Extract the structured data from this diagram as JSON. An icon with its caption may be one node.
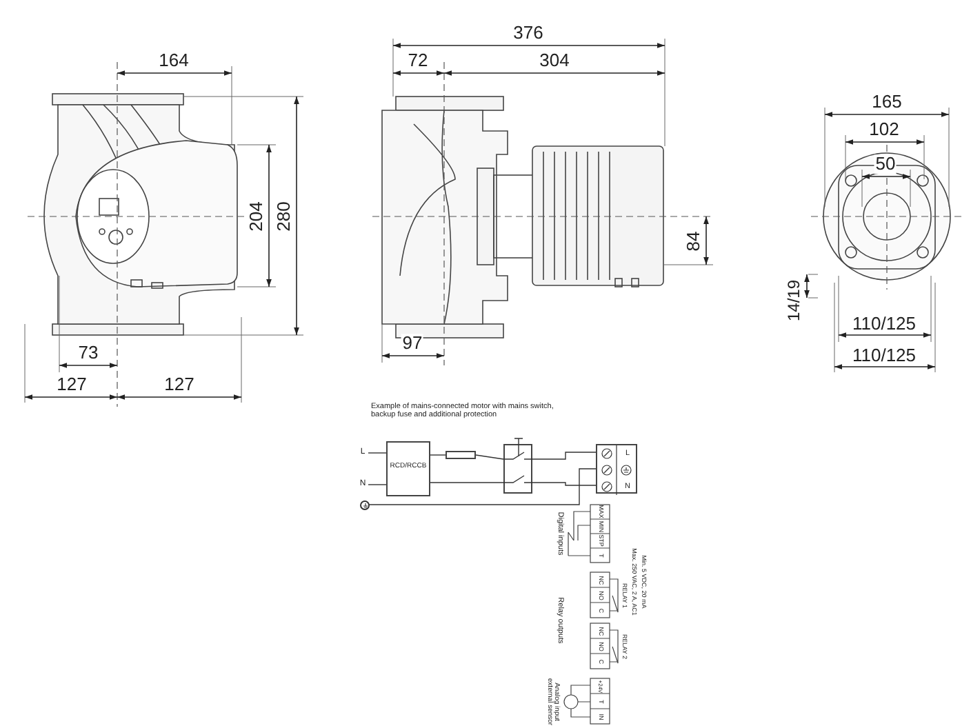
{
  "diagram": {
    "nodes": [
      {
        "text": [
          "L"
        ]
      },
      {
        "text": [
          "N"
        ]
      },
      {
        "text": [],
        "shape": "circle"
      },
      {
        "text": [
          "RCD/RCCB"
        ]
      },
      {
        "text": [],
        "shape": "box"
      },
      {
        "text": [],
        "shape": "box"
      },
      {
        "text": [
          "L",
          "N"
        ]
      }
    ],
    "edges": [
      {
        "from": 0,
        "to": 3,
        "arrow": "none"
      },
      {
        "from": 1,
        "to": 3,
        "arrow": "none"
      },
      {
        "from": 3,
        "to": 4,
        "arrow": "none"
      },
      {
        "from": 4,
        "to": 5,
        "arrow": "none"
      },
      {
        "from": 3,
        "to": 5,
        "arrow": "none"
      },
      {
        "from": 5,
        "to": 6,
        "arrow": "none"
      },
      {
        "from": 5,
        "to": 6,
        "arrow": "none"
      },
      {
        "from": 2,
        "to": 6,
        "arrow": "none"
      }
    ],
    "labels": [
      "376",
      "164",
      "72",
      "304",
      "165",
      "102",
      "50",
      "204",
      "280",
      "84",
      "14/19",
      "110/125",
      "73",
      "97",
      "110/125",
      "127",
      "127",
      "Example of mains-connected motor with mains switch, backup fuse and additional protection",
      "Digital inputs",
      "MAX",
      "MIN",
      "STP",
      "T",
      "Relay outputs",
      "NC",
      "NO",
      "C",
      "RELAY 1",
      "Max. 250 VAC, 2 A, AC1",
      "Min. 5 VDC, 20 mA",
      "NC",
      "NO",
      "C",
      "RELAY 2",
      "Analog input external sensor",
      "+24V",
      "T",
      "IN"
    ]
  }
}
